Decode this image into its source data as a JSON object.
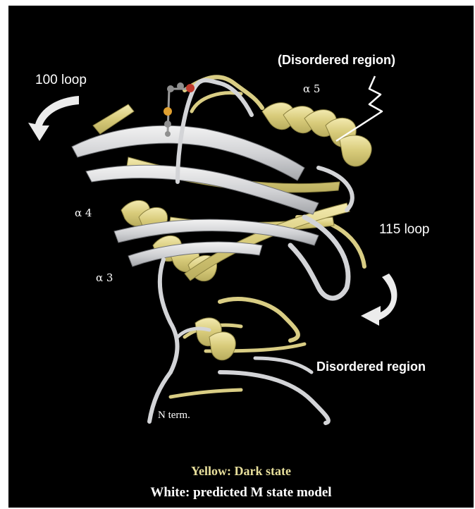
{
  "labels": {
    "loop_100": "100 loop",
    "disordered_top": "(Disordered region)",
    "alpha5": "α 5",
    "alpha4": "α 4",
    "alpha3": "α 3",
    "loop_115": "115 loop",
    "disordered_bottom": "Disordered region",
    "n_term": "N term."
  },
  "legend": {
    "yellow": "Yellow: Dark state",
    "white": "White: predicted M state model"
  },
  "colors": {
    "background": "#000000",
    "dark_state": "#e6dc8e",
    "m_state": "#d9d9d9",
    "legend_yellow": "#e8df9c",
    "legend_white": "#ffffff"
  },
  "icons": [
    "curved-arrow-icon",
    "curved-arrow-icon",
    "squiggle-icon"
  ]
}
